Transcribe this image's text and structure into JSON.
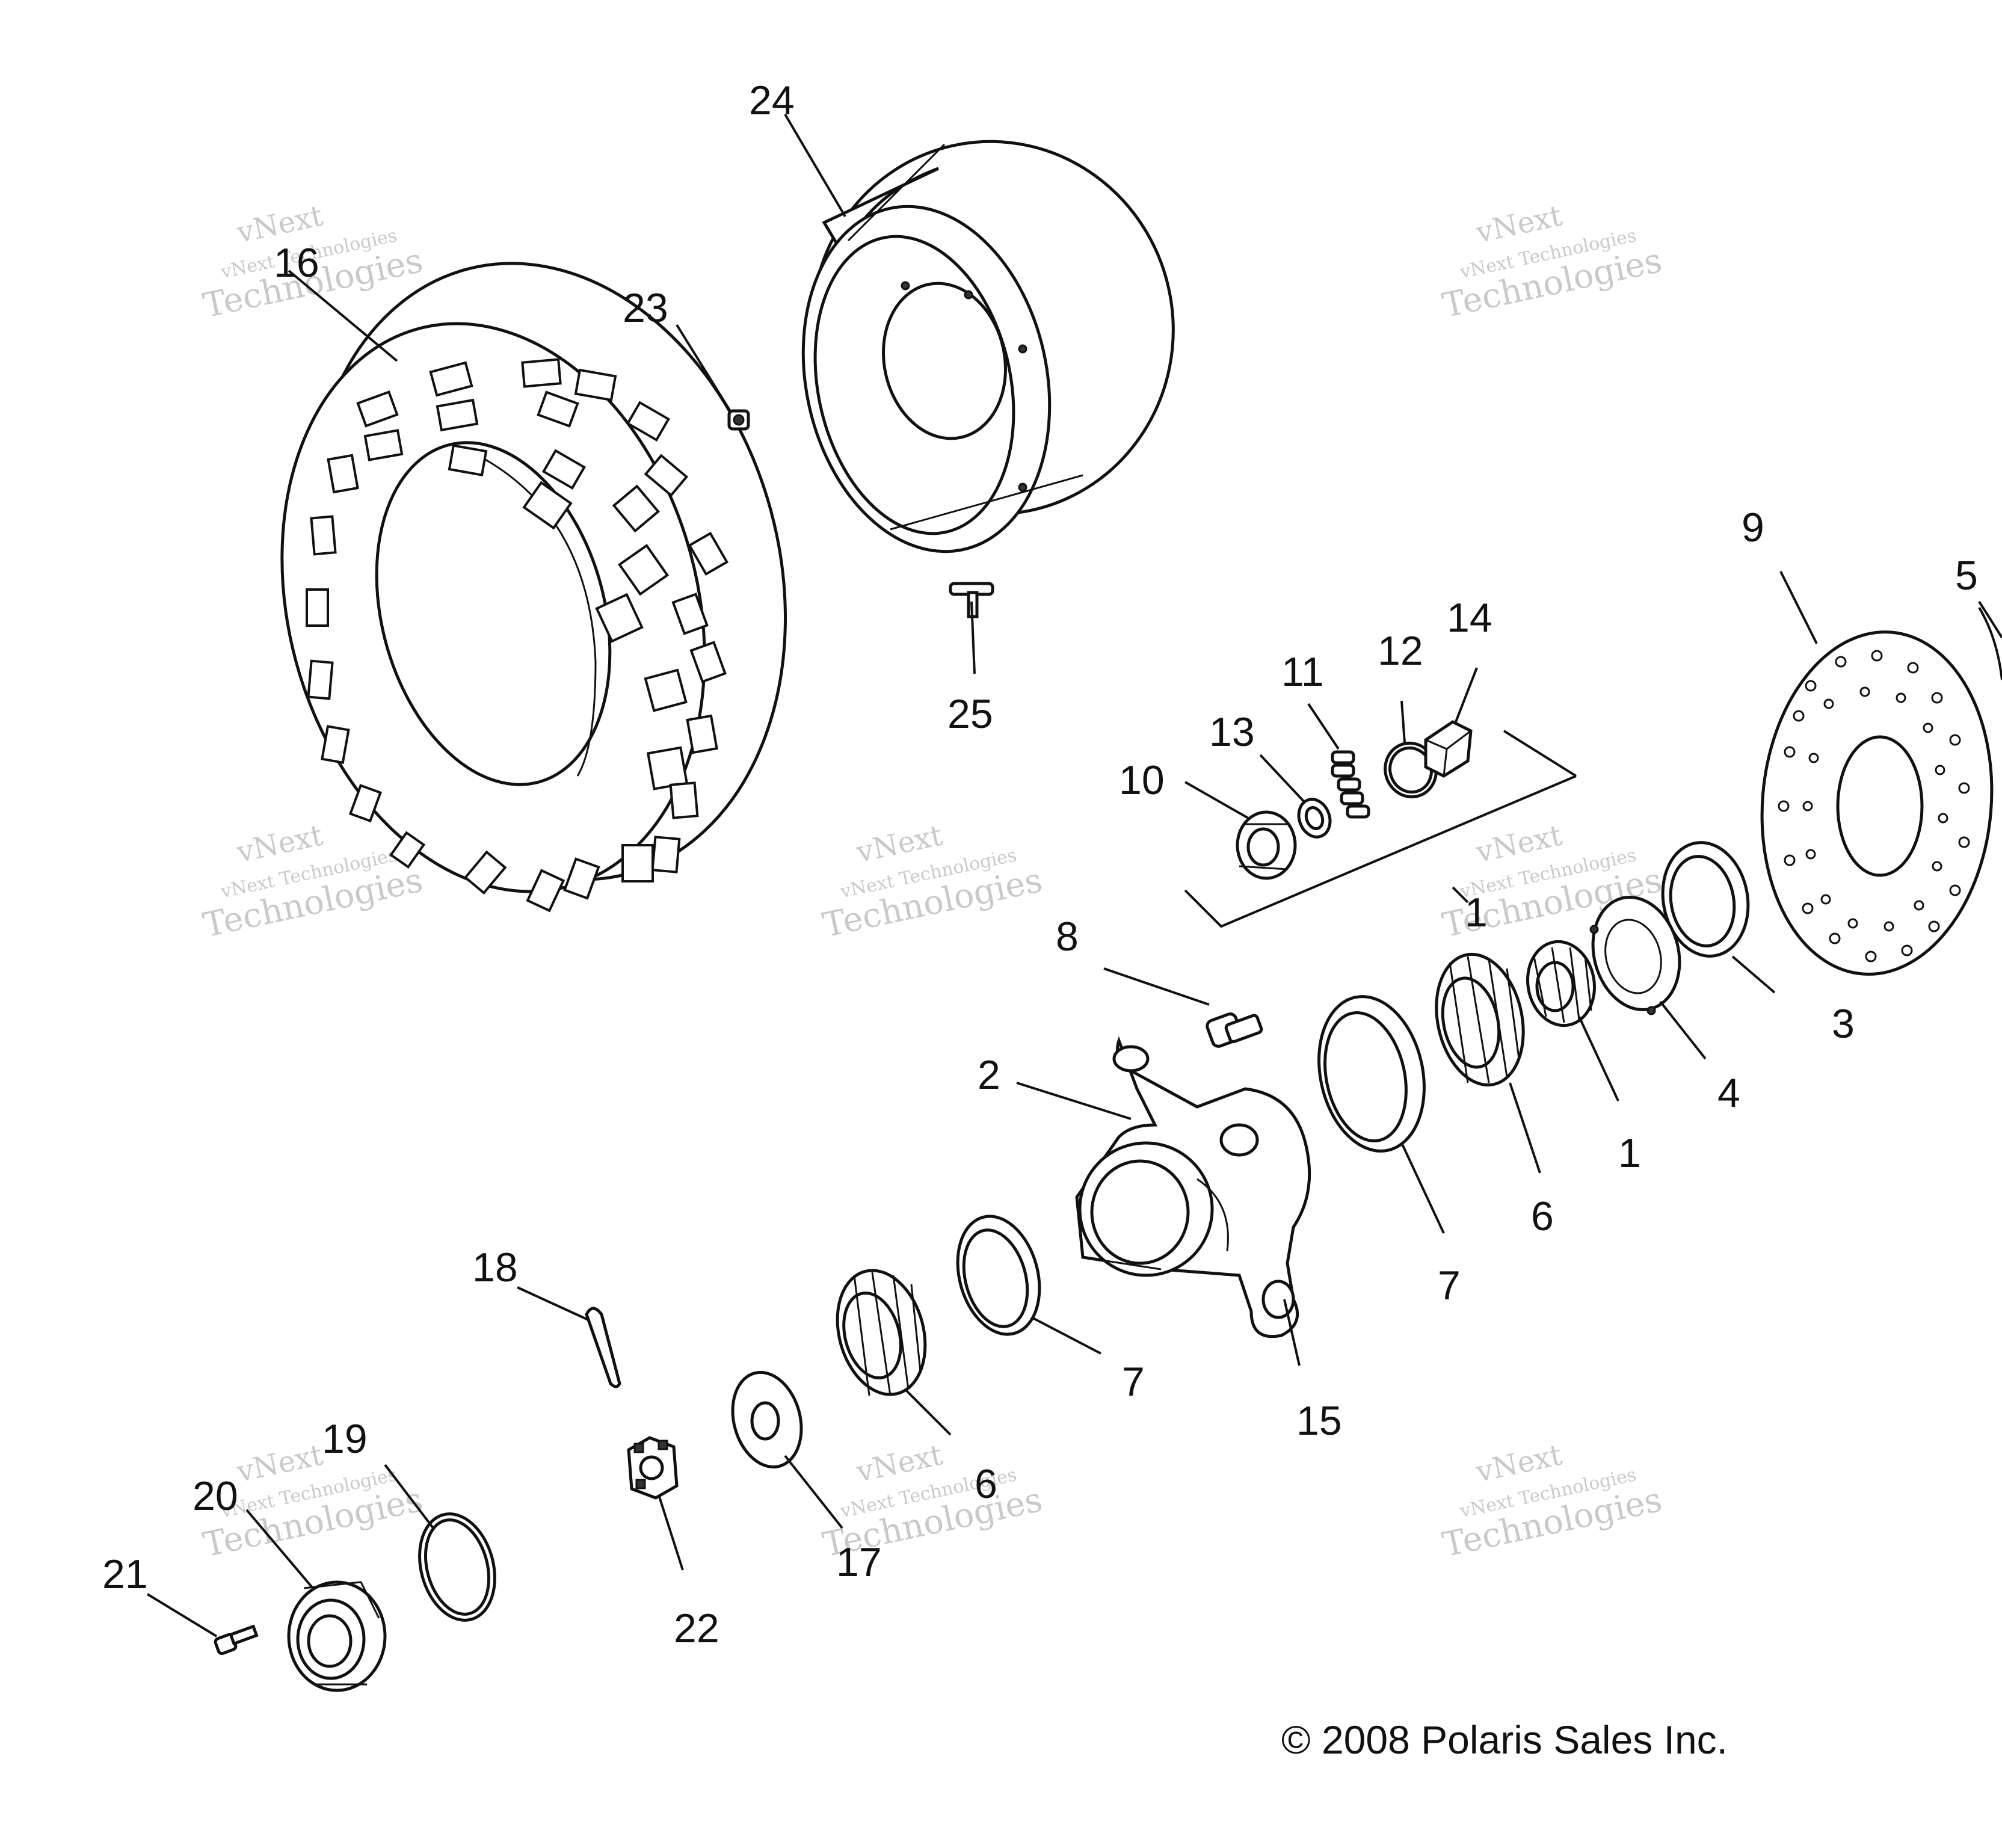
{
  "copyright": "© 2008 Polaris Sales Inc.",
  "watermark": {
    "line1": "vNext",
    "line2": "vNext Technologies",
    "line3": "Technologies"
  },
  "callouts": {
    "c1a": "1",
    "c1b": "1",
    "c2": "2",
    "c3": "3",
    "c4": "4",
    "c5": "5",
    "c6a": "6",
    "c6b": "6",
    "c7a": "7",
    "c7b": "7",
    "c8": "8",
    "c9": "9",
    "c10": "10",
    "c11": "11",
    "c12": "12",
    "c13": "13",
    "c14": "14",
    "c15": "15",
    "c16": "16",
    "c17": "17",
    "c18": "18",
    "c19": "19",
    "c20": "20",
    "c21": "21",
    "c22": "22",
    "c23": "23",
    "c24": "24",
    "c25": "25"
  }
}
